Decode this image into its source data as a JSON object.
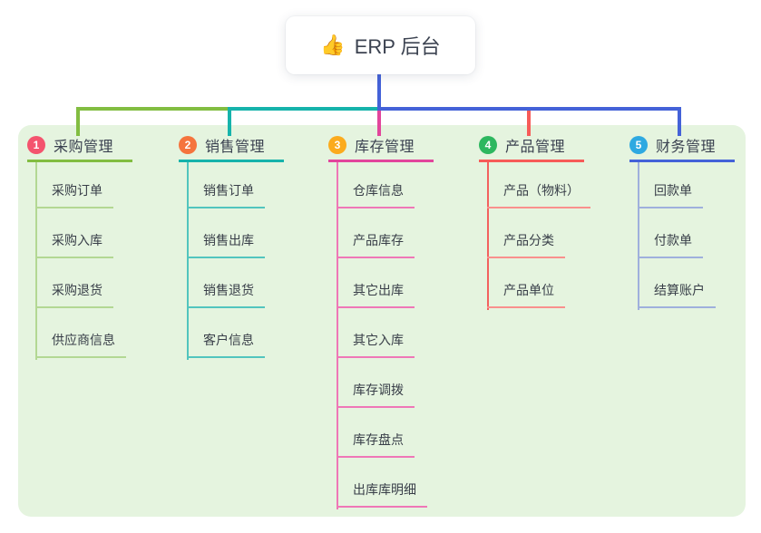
{
  "root": {
    "icon": "👍",
    "label": "ERP 后台"
  },
  "canvas": {
    "background": "#ffffff",
    "panel_background": "#e5f4df"
  },
  "connector": {
    "root_color": "#4462d8"
  },
  "branches": [
    {
      "index": "1",
      "title": "采购管理",
      "badge_color": "#f4546e",
      "line_color": "#82bd41",
      "child_line_color": "#b3d893",
      "trunk_color": "#b3d893",
      "children": [
        "采购订单",
        "采购入库",
        "采购退货",
        "供应商信息"
      ]
    },
    {
      "index": "2",
      "title": "销售管理",
      "badge_color": "#f5743d",
      "line_color": "#16b3ab",
      "child_line_color": "#52c5be",
      "trunk_color": "#52c5be",
      "children": [
        "销售订单",
        "销售出库",
        "销售退货",
        "客户信息"
      ]
    },
    {
      "index": "3",
      "title": "库存管理",
      "badge_color": "#fbab1d",
      "line_color": "#e2459c",
      "child_line_color": "#ef77b7",
      "trunk_color": "#ef77b7",
      "children": [
        "仓库信息",
        "产品库存",
        "其它出库",
        "其它入库",
        "库存调拨",
        "库存盘点",
        "出库库明细"
      ]
    },
    {
      "index": "4",
      "title": "产品管理",
      "badge_color": "#2db75f",
      "line_color": "#f75b58",
      "child_line_color": "#f9908d",
      "trunk_color": "#f3615e",
      "children": [
        "产品（物料）",
        "产品分类",
        "产品单位"
      ]
    },
    {
      "index": "5",
      "title": "财务管理",
      "badge_color": "#2ea9e1",
      "line_color": "#4462d8",
      "child_line_color": "#9fb0dc",
      "trunk_color": "#9fb0dc",
      "children": [
        "回款单",
        "付款单",
        "结算账户"
      ]
    }
  ]
}
